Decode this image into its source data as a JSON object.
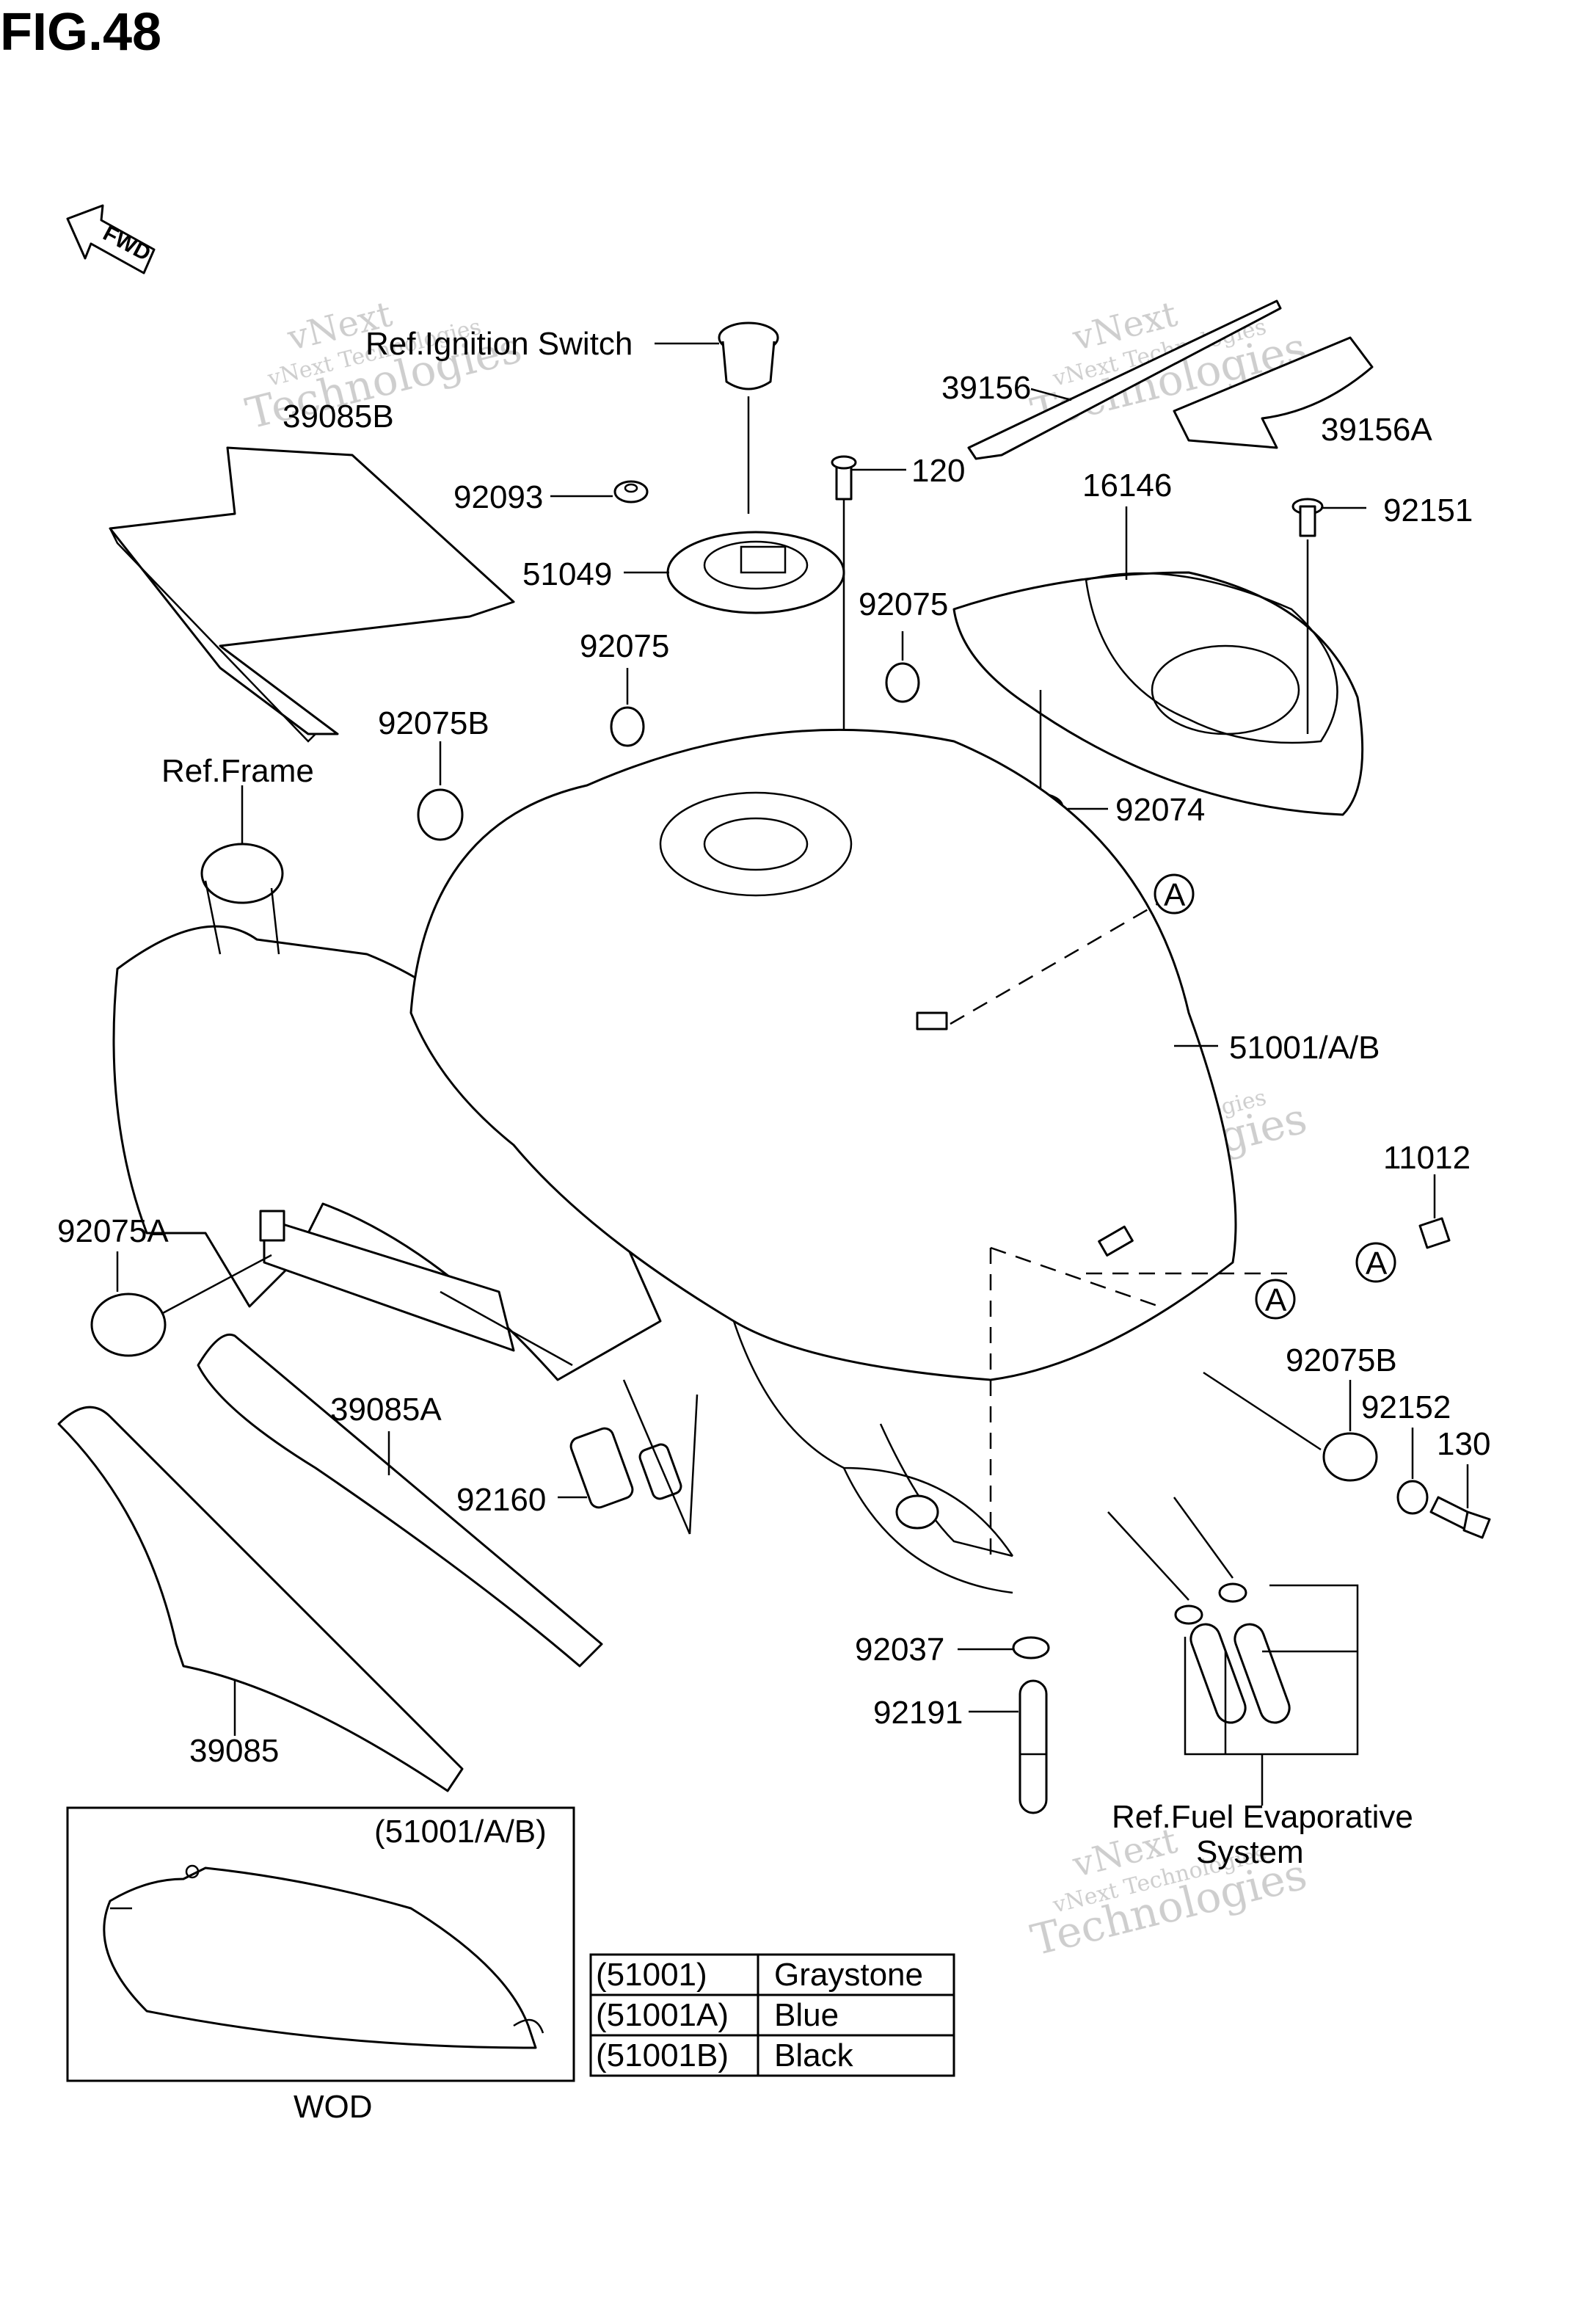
{
  "figure": {
    "title": "FIG.48",
    "fwd": "FWD"
  },
  "callouts": {
    "ref_ignition": "Ref.Ignition Switch",
    "p39085B": "39085B",
    "p39156": "39156",
    "p39156A": "39156A",
    "p92093": "92093",
    "p120": "120",
    "p16146": "16146",
    "p92151": "92151",
    "p51049": "51049",
    "p92075_a": "92075",
    "p92075_b": "92075",
    "p92075B_top": "92075B",
    "ref_frame": "Ref.Frame",
    "p92074": "92074",
    "p51001AB": "51001/A/B",
    "p11012": "11012",
    "p92075A": "92075A",
    "p39085A": "39085A",
    "p92075B_bot": "92075B",
    "p92152": "92152",
    "p130": "130",
    "p92160": "92160",
    "p92037": "92037",
    "p92191": "92191",
    "p39085": "39085",
    "ref_fuel_line1": "Ref.Fuel Evaporative",
    "ref_fuel_line2": "System",
    "circle_a": "A"
  },
  "inset": {
    "caption": "(51001/A/B)",
    "label": "WOD"
  },
  "color_table": {
    "rows": [
      {
        "code": "(51001)",
        "color": "Graystone"
      },
      {
        "code": "(51001A)",
        "color": "Blue"
      },
      {
        "code": "(51001B)",
        "color": "Black"
      }
    ]
  },
  "watermark": {
    "line1": "vNext",
    "line2": "vNext Technologies",
    "line3": "Technologies"
  }
}
